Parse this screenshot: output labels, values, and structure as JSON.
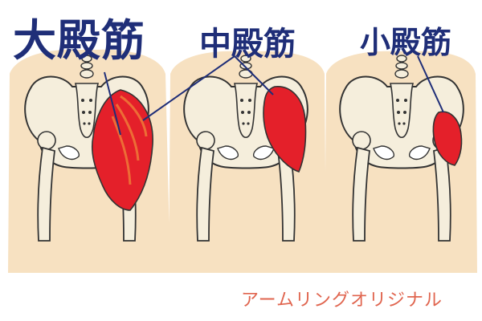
{
  "labels": {
    "gluteus_maximus": "大殿筋",
    "gluteus_medius": "中殿筋",
    "gluteus_minimus": "小殿筋"
  },
  "credit": "アームリングオリジナル",
  "colors": {
    "skin": "#f7e1c1",
    "bone": "#f5eedc",
    "outline": "#333333",
    "muscle": "#e4202a",
    "muscle_highlight": "#f0873a",
    "label": "#1f2e78",
    "credit": "#e0654f",
    "leader_line": "#1f2e78"
  }
}
